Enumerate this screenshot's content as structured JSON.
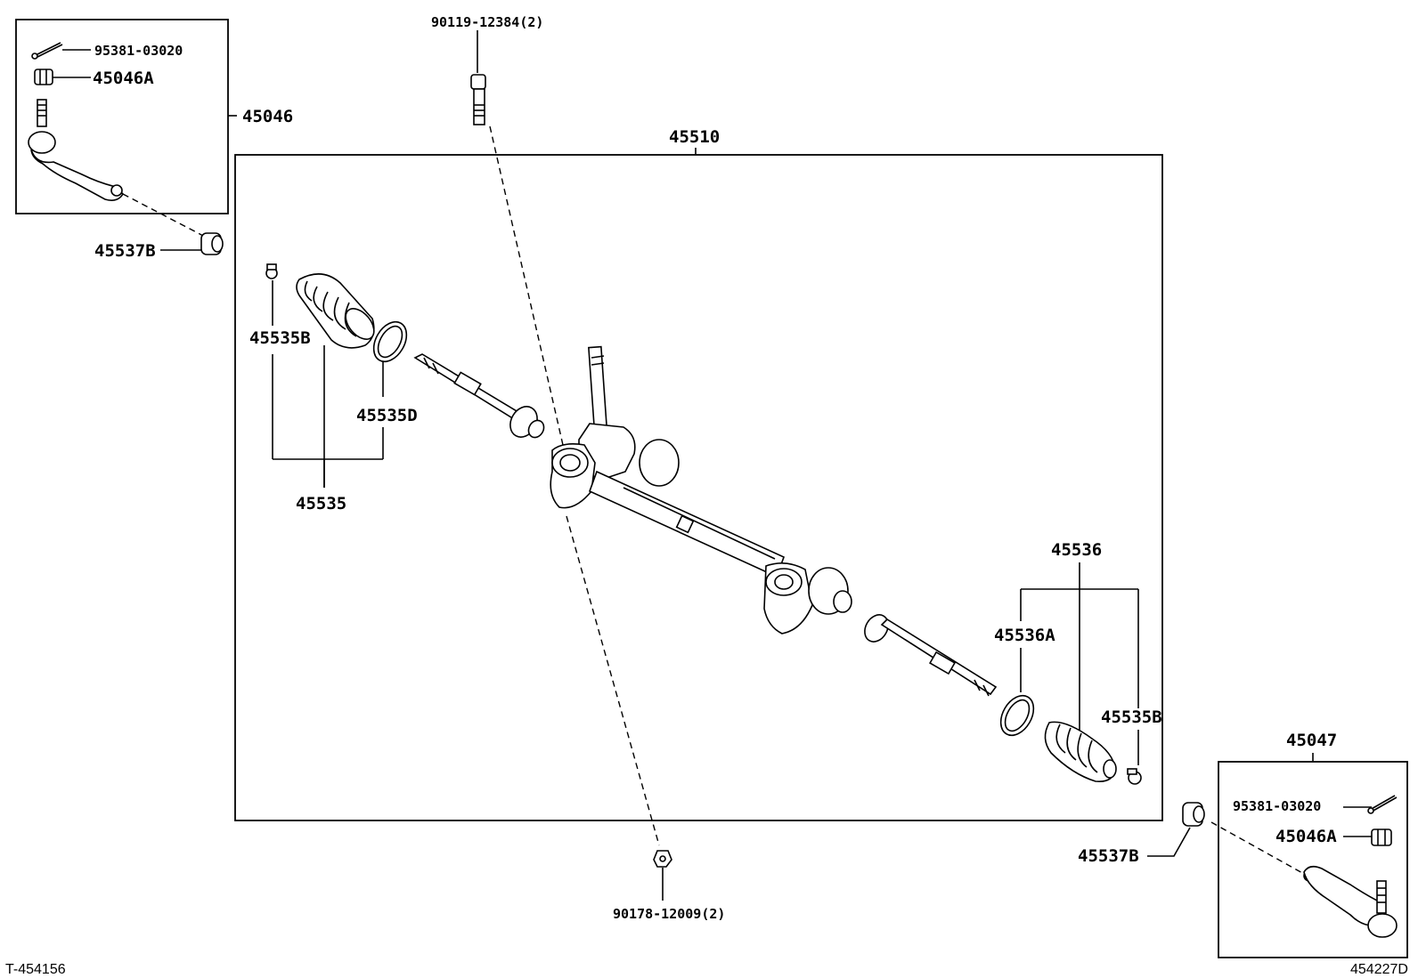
{
  "diagram": {
    "assembly_label": "45510",
    "left_tie_rod_end": {
      "assembly_label": "45046",
      "cotter_pin_label": "95381-03020",
      "nut_label": "45046A",
      "bushing_label": "45537B"
    },
    "right_tie_rod_end": {
      "assembly_label": "45047",
      "cotter_pin_label": "95381-03020",
      "nut_label": "45046A",
      "bushing_label": "45537B"
    },
    "bolt_label": "90119-12384(2)",
    "nut_bottom_label": "90178-12009(2)",
    "left_boot_kit": {
      "kit_label": "45535",
      "clamp_label": "45535B",
      "ring_label": "45535D"
    },
    "right_boot_kit": {
      "kit_label": "45536",
      "ring_label": "45536A",
      "clamp_label": "45535B"
    },
    "footer": {
      "left_code": "T-454156",
      "right_code": "454227D"
    }
  }
}
